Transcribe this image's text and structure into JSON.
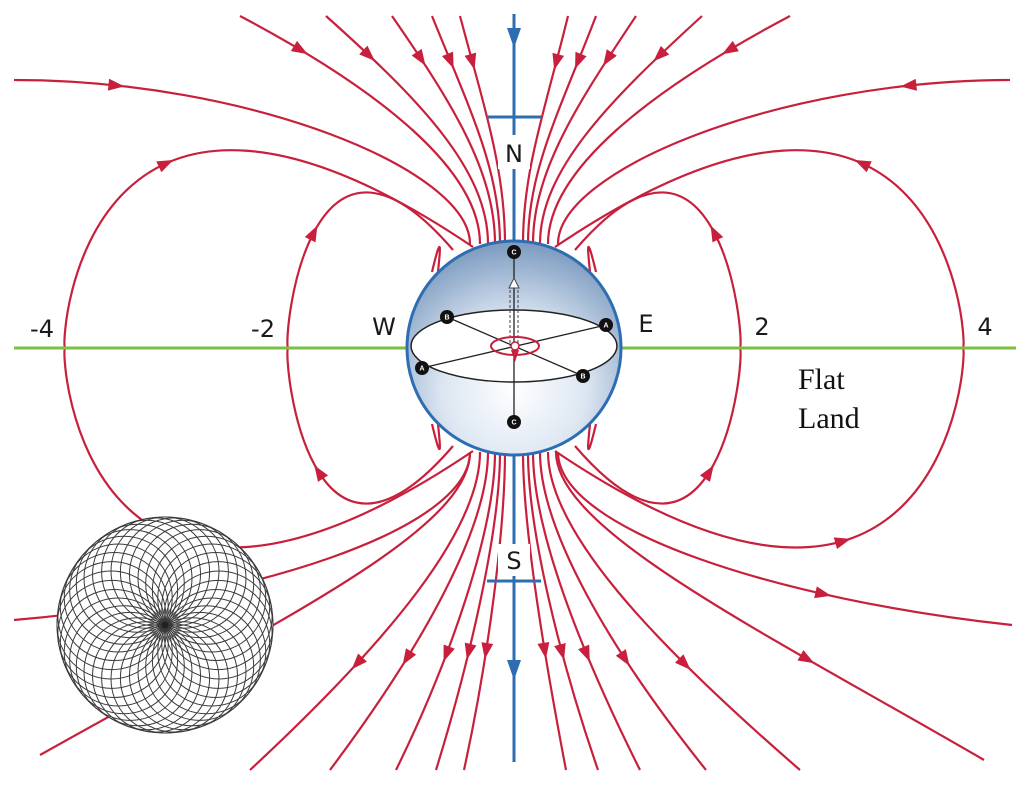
{
  "axis": {
    "ticks": [
      "-4",
      "-2",
      "2",
      "4"
    ]
  },
  "poles": {
    "north": "N",
    "south": "S",
    "west": "W",
    "east": "E"
  },
  "globe": {
    "nodes": [
      "C",
      "C",
      "A",
      "A",
      "B",
      "B"
    ]
  },
  "caption": {
    "line1": "Flat",
    "line2": "Land"
  },
  "colors": {
    "field_line": "#c8203c",
    "axis_line": "#7bc043",
    "pole_axis": "#2f6db2",
    "globe_edge": "#2f6db2",
    "rosette": "#3a3a3a"
  },
  "icons": [
    "arrow-head-icon",
    "rosette-pattern-icon"
  ]
}
